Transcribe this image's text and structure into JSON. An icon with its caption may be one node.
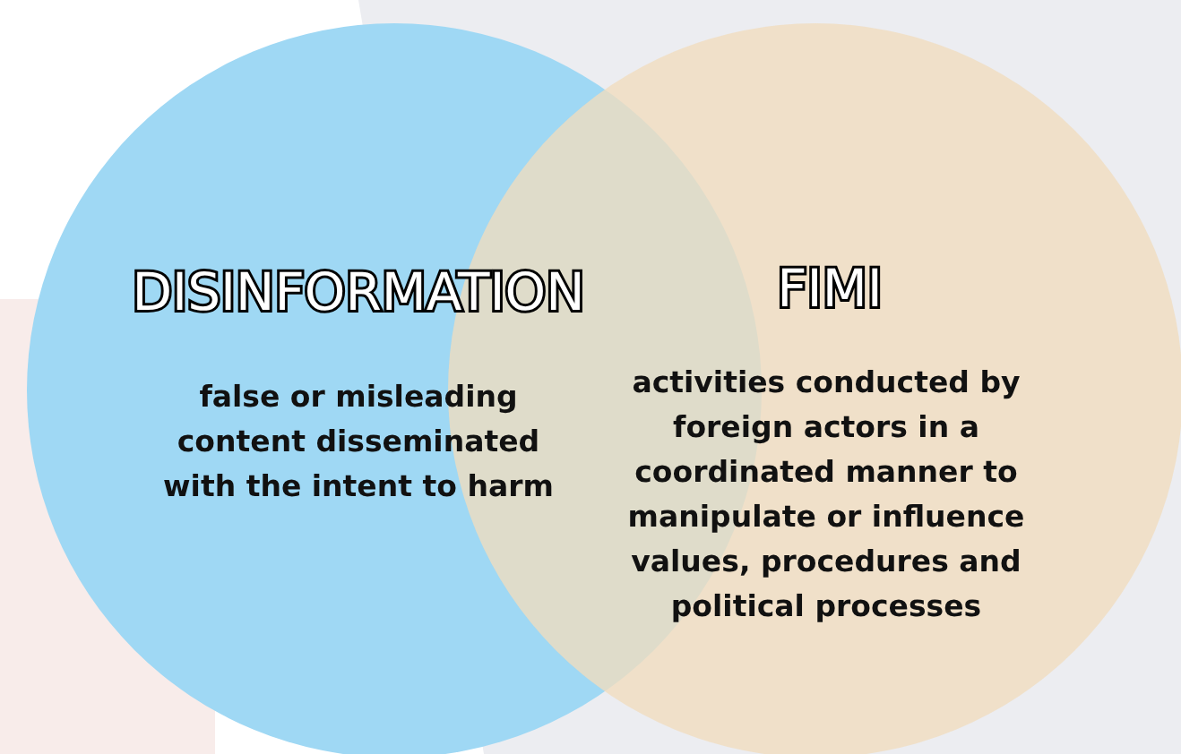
{
  "diagram": {
    "nodes": [
      {
        "text": [
          "DISINFORMATION",
          "false or misleading content disseminated with the intent to harm"
        ]
      },
      {
        "text": [
          "FIMI",
          "activities conducted by foreign actors in a coordinated manner to manipulate or influence values, procedures and political processes"
        ]
      }
    ]
  }
}
